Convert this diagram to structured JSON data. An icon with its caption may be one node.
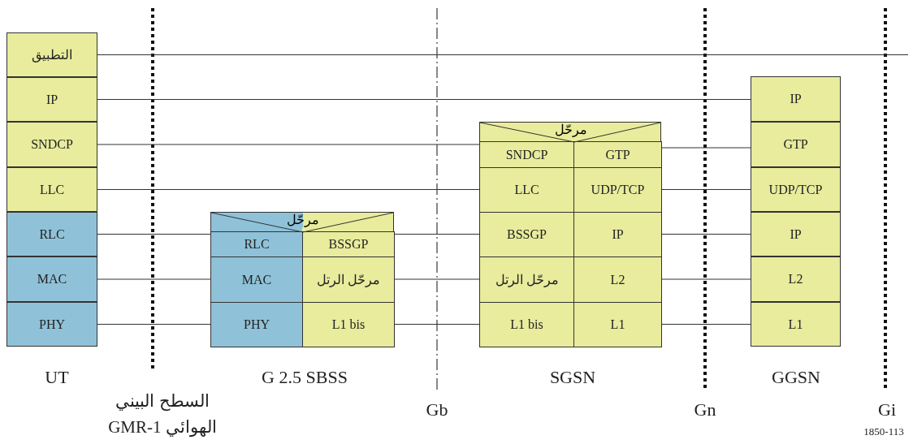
{
  "diagram": {
    "nodes": [
      {
        "text": [
          "التطبيق"
        ]
      },
      {
        "text": [
          "IP"
        ]
      },
      {
        "text": [
          "SNDCP"
        ]
      },
      {
        "text": [
          "LLC"
        ]
      },
      {
        "text": [
          "RLC"
        ]
      },
      {
        "text": [
          "MAC"
        ]
      },
      {
        "text": [
          "PHY"
        ]
      },
      {
        "text": [
          "مرحّل"
        ]
      },
      {
        "text": [
          "RLC"
        ],
        "in": 7
      },
      {
        "text": [
          "BSSGP"
        ],
        "in": 7
      },
      {
        "text": [
          "MAC"
        ],
        "in": 7
      },
      {
        "text": [
          "مرحّل الرتل"
        ],
        "in": 7
      },
      {
        "text": [
          "PHY"
        ],
        "in": 7
      },
      {
        "text": [
          "L1 bis"
        ],
        "in": 7
      },
      {
        "text": [
          "مرحّل"
        ]
      },
      {
        "text": [
          "SNDCP"
        ],
        "in": 14
      },
      {
        "text": [
          "GTP"
        ],
        "in": 14
      },
      {
        "text": [
          "LLC"
        ],
        "in": 14
      },
      {
        "text": [
          "UDP/TCP"
        ],
        "in": 14
      },
      {
        "text": [
          "BSSGP"
        ],
        "in": 14
      },
      {
        "text": [
          "IP"
        ],
        "in": 14
      },
      {
        "text": [
          "مرحّل الرتل"
        ],
        "in": 14
      },
      {
        "text": [
          "L2"
        ],
        "in": 14
      },
      {
        "text": [
          "L1 bis"
        ],
        "in": 14
      },
      {
        "text": [
          "L1"
        ],
        "in": 14
      },
      {
        "text": [
          "IP"
        ]
      },
      {
        "text": [
          "GTP"
        ]
      },
      {
        "text": [
          "UDP/TCP"
        ]
      },
      {
        "text": [
          "IP"
        ]
      },
      {
        "text": [
          "L2"
        ]
      },
      {
        "text": [
          "L1"
        ]
      }
    ],
    "edges": [
      {
        "from": 0,
        "to": null,
        "arrow": "none"
      },
      {
        "from": 1,
        "to": 25,
        "arrow": "none"
      },
      {
        "from": 2,
        "to": 15,
        "arrow": "none"
      },
      {
        "from": 16,
        "to": 26,
        "arrow": "none"
      },
      {
        "from": 3,
        "to": 17,
        "arrow": "none"
      },
      {
        "from": 18,
        "to": 27,
        "arrow": "none"
      },
      {
        "from": 4,
        "to": 8,
        "arrow": "none"
      },
      {
        "from": 9,
        "to": 19,
        "arrow": "none"
      },
      {
        "from": 20,
        "to": 28,
        "arrow": "none"
      },
      {
        "from": 5,
        "to": 10,
        "arrow": "none"
      },
      {
        "from": 11,
        "to": 21,
        "arrow": "none"
      },
      {
        "from": 22,
        "to": 29,
        "arrow": "none"
      },
      {
        "from": 6,
        "to": 12,
        "arrow": "none"
      },
      {
        "from": 13,
        "to": 23,
        "arrow": "none"
      },
      {
        "from": 24,
        "to": 30,
        "arrow": "none"
      }
    ],
    "labels": [
      "UT",
      "G 2.5 SBSS",
      "SGSN",
      "GGSN",
      "السطح البيني الهوائي GMR-1",
      "Gb",
      "Gn",
      "Gi",
      "1850-113"
    ]
  }
}
